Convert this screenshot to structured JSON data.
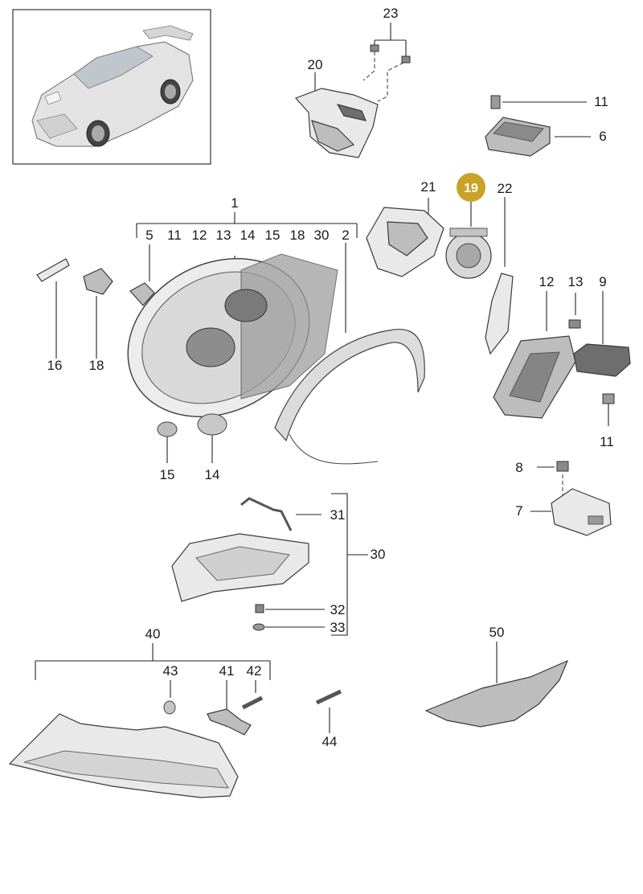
{
  "diagram": {
    "selected_part": "19",
    "accent_color": "#c9a227",
    "callouts": {
      "c1": "1",
      "c2": "2",
      "c5": "5",
      "c6": "6",
      "c7": "7",
      "c8": "8",
      "c9": "9",
      "c11a": "11",
      "c11b": "11",
      "c11c": "11",
      "c12a": "12",
      "c12b": "12",
      "c13a": "13",
      "c13b": "13",
      "c14a": "14",
      "c14b": "14",
      "c15a": "15",
      "c15b": "15",
      "c16": "16",
      "c18a": "18",
      "c18b": "18",
      "c19": "19",
      "c20": "20",
      "c21": "21",
      "c22": "22",
      "c23": "23",
      "c30a": "30",
      "c30b": "30",
      "c31": "31",
      "c32": "32",
      "c33": "33",
      "c40": "40",
      "c41": "41",
      "c42": "42",
      "c43": "43",
      "c44": "44",
      "c50": "50"
    }
  }
}
